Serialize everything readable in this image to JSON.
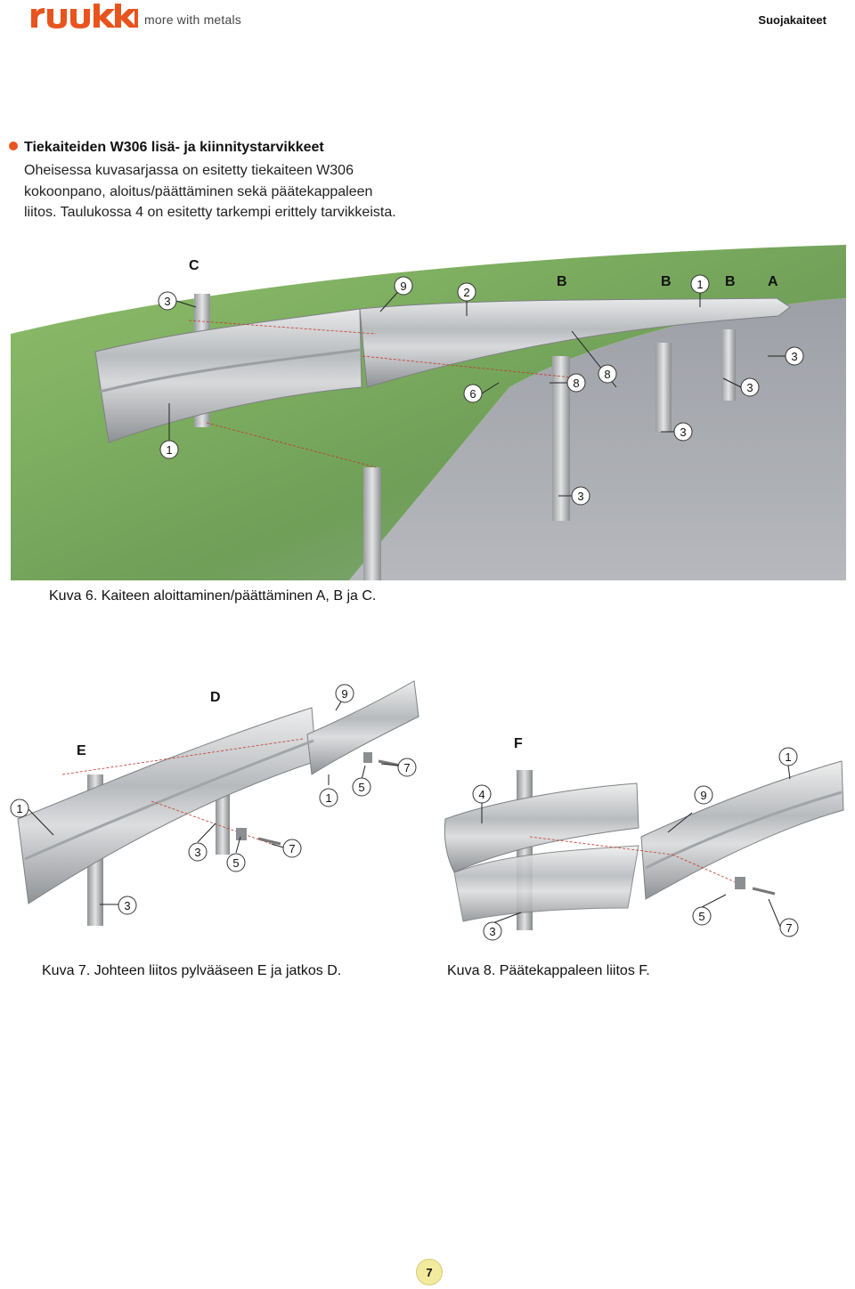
{
  "header": {
    "brand": "ruukki",
    "tagline": "more with metals",
    "title": "Suojakaiteet",
    "brand_color": "#e8541e"
  },
  "intro": {
    "heading": "Tiekaiteiden W306 lisä- ja kiinnitystarvikkeet",
    "body": "Oheisessa kuvasarjassa on esitetty tiekaiteen W306 kokoonpano, aloitus/päättäminen sekä päätekappaleen liitos. Taulukossa 4 on esitetty tarkempi erittely tarvikkeista."
  },
  "figure6": {
    "caption": "Kuva 6. Kaiteen aloittaminen/päättäminen A, B ja C.",
    "letters": [
      "C",
      "B",
      "B",
      "B",
      "A"
    ],
    "numbers": [
      "3",
      "9",
      "2",
      "1",
      "3",
      "6",
      "8",
      "8",
      "3",
      "1",
      "3",
      "3"
    ]
  },
  "figure7": {
    "caption": "Kuva 7. Johteen liitos pylvääseen E ja jatkos D.",
    "letters": [
      "D",
      "E"
    ],
    "numbers": [
      "9",
      "7",
      "1",
      "5",
      "1",
      "3",
      "5",
      "7",
      "3"
    ]
  },
  "figure8": {
    "caption": "Kuva 8. Päätekappaleen liitos F.",
    "letters": [
      "F"
    ],
    "numbers": [
      "1",
      "4",
      "9",
      "3",
      "5",
      "7"
    ]
  },
  "page_number": "7"
}
